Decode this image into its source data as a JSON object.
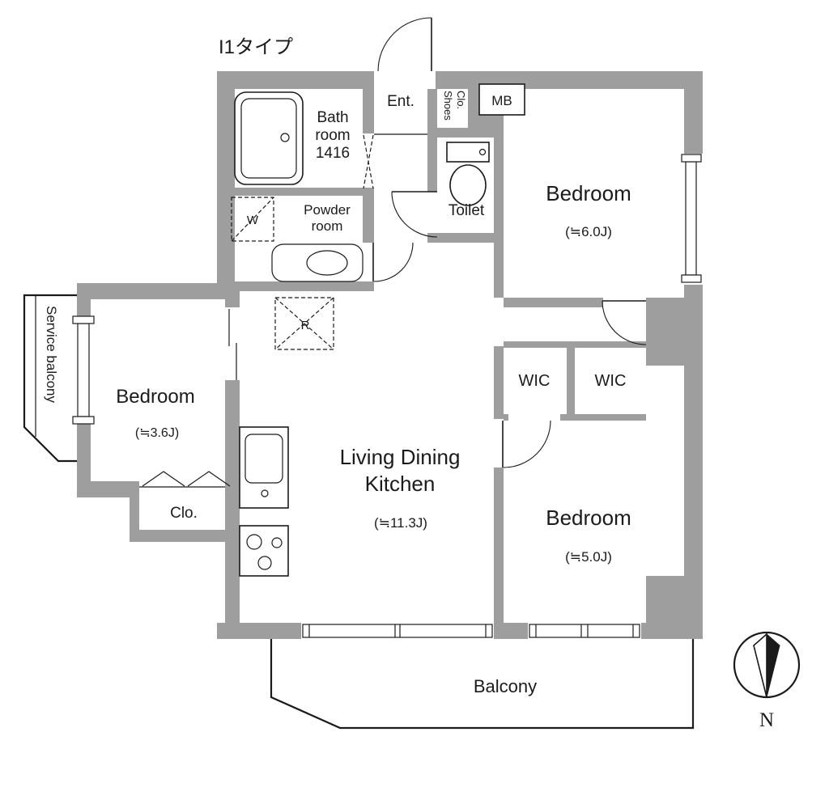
{
  "plan": {
    "title": "I1タイプ"
  },
  "rooms": {
    "entrance": {
      "label": "Ent."
    },
    "shoes_closet": {
      "line1": "Shoes",
      "line2": "Clo."
    },
    "meter_box": {
      "label": "MB"
    },
    "bathroom": {
      "line1": "Bath",
      "line2": "room",
      "line3": "1416"
    },
    "toilet": {
      "label": "Toilet"
    },
    "powder_room": {
      "line1": "Powder",
      "line2": "room"
    },
    "bedroom_north": {
      "label": "Bedroom",
      "size": "(≒6.0J)"
    },
    "wic_left": {
      "label": "WIC"
    },
    "wic_right": {
      "label": "WIC"
    },
    "bedroom_south": {
      "label": "Bedroom",
      "size": "(≒5.0J)"
    },
    "ldk": {
      "line1": "Living Dining",
      "line2": "Kitchen",
      "size": "(≒11.3J)"
    },
    "bedroom_west": {
      "label": "Bedroom",
      "size": "(≒3.6J)"
    },
    "closet": {
      "label": "Clo."
    },
    "service_balcony": {
      "label": "Service balcony"
    },
    "balcony": {
      "label": "Balcony"
    }
  },
  "fixtures": {
    "washer": {
      "label": "W"
    },
    "refrigerator": {
      "label": "R"
    }
  },
  "compass": {
    "north": "N"
  },
  "colors": {
    "wall": "#9e9e9e",
    "line": "#1a1a1a",
    "text": "#1b1b1b"
  }
}
